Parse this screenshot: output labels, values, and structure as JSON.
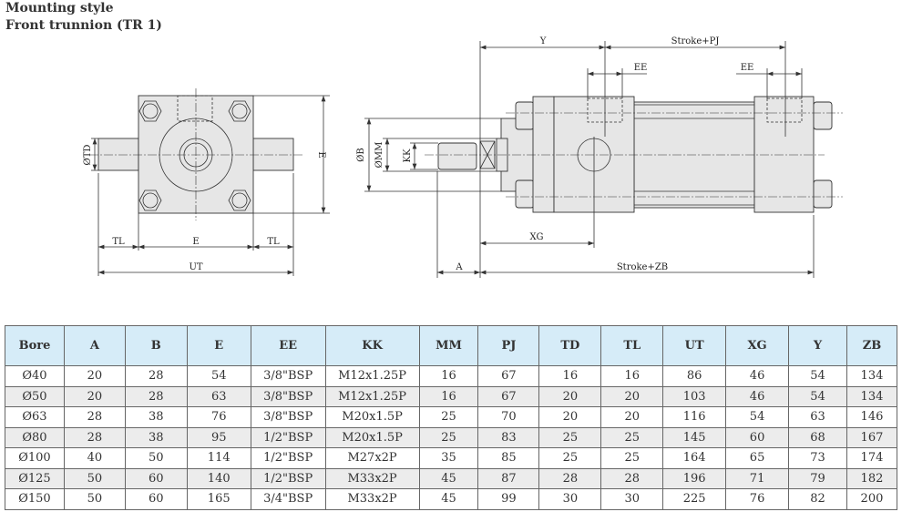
{
  "heading": {
    "line1": "Mounting style",
    "line2": "Front trunnion (TR 1)"
  },
  "front_view_labels": {
    "td": "ØTD",
    "e_vertical": "E",
    "tl_left": "TL",
    "e": "E",
    "tl_right": "TL",
    "ut": "UT"
  },
  "side_view_labels": {
    "b": "ØB",
    "mm": "ØMM",
    "kk": "KK",
    "y": "Y",
    "stroke_pj": "Stroke+PJ",
    "ee_front": "EE",
    "ee_rear": "EE",
    "xg": "XG",
    "a": "A",
    "stroke_zb": "Stroke+ZB"
  },
  "table": {
    "headers": [
      "Bore",
      "A",
      "B",
      "E",
      "EE",
      "KK",
      "MM",
      "PJ",
      "TD",
      "TL",
      "UT",
      "XG",
      "Y",
      "ZB"
    ],
    "rows": [
      [
        "Ø40",
        "20",
        "28",
        "54",
        "3/8\"BSP",
        "M12x1.25P",
        "16",
        "67",
        "16",
        "16",
        "86",
        "46",
        "54",
        "134"
      ],
      [
        "Ø50",
        "20",
        "28",
        "63",
        "3/8\"BSP",
        "M12x1.25P",
        "16",
        "67",
        "20",
        "20",
        "103",
        "46",
        "54",
        "134"
      ],
      [
        "Ø63",
        "28",
        "38",
        "76",
        "3/8\"BSP",
        "M20x1.5P",
        "25",
        "70",
        "20",
        "20",
        "116",
        "54",
        "63",
        "146"
      ],
      [
        "Ø80",
        "28",
        "38",
        "95",
        "1/2\"BSP",
        "M20x1.5P",
        "25",
        "83",
        "25",
        "25",
        "145",
        "60",
        "68",
        "167"
      ],
      [
        "Ø100",
        "40",
        "50",
        "114",
        "1/2\"BSP",
        "M27x2P",
        "35",
        "85",
        "25",
        "25",
        "164",
        "65",
        "73",
        "174"
      ],
      [
        "Ø125",
        "50",
        "60",
        "140",
        "1/2\"BSP",
        "M33x2P",
        "45",
        "87",
        "28",
        "28",
        "196",
        "71",
        "79",
        "182"
      ],
      [
        "Ø150",
        "50",
        "60",
        "165",
        "3/4\"BSP",
        "M33x2P",
        "45",
        "99",
        "30",
        "30",
        "225",
        "76",
        "82",
        "200"
      ]
    ]
  }
}
